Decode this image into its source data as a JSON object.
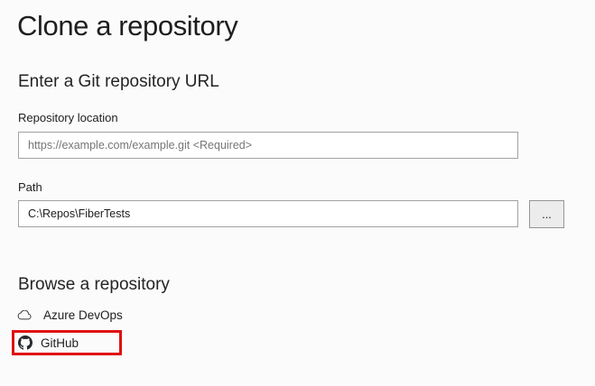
{
  "page": {
    "title": "Clone a repository"
  },
  "url_section": {
    "heading": "Enter a Git repository URL",
    "repository_location": {
      "label": "Repository location",
      "placeholder": "https://example.com/example.git <Required>",
      "value": ""
    },
    "path": {
      "label": "Path",
      "value": "C:\\Repos\\FiberTests"
    },
    "browse_button_label": "..."
  },
  "browse_section": {
    "heading": "Browse a repository",
    "items": [
      {
        "label": "Azure DevOps",
        "icon": "cloud-icon",
        "highlighted": false
      },
      {
        "label": "GitHub",
        "icon": "github-icon",
        "highlighted": true
      }
    ]
  },
  "colors": {
    "page_bg": "#fbfbfb",
    "text_primary": "#1e1e1e",
    "text_secondary": "#242424",
    "input_border": "#a2a2a2",
    "input_bg": "#ffffff",
    "placeholder": "#767676",
    "button_bg": "#ececec",
    "button_border": "#949494",
    "highlight_red": "#e01010",
    "icon_color": "#3c3c3c"
  }
}
